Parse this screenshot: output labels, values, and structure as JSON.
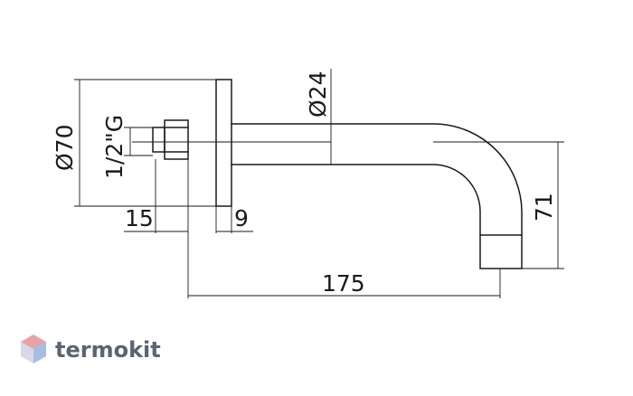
{
  "drawing": {
    "dim_diameter_70": "Ø70",
    "dim_thread": "1/2\"G",
    "dim_diameter_24": "Ø24",
    "dim_15": "15",
    "dim_9": "9",
    "dim_175": "175",
    "dim_71": "71"
  },
  "watermark": {
    "text": "termokit",
    "color": "#5b6470",
    "logo_colors": [
      "#e7a3a6",
      "#a7bde0",
      "#d9d9e6"
    ]
  },
  "colors": {
    "ink": "#1a1a1a"
  }
}
